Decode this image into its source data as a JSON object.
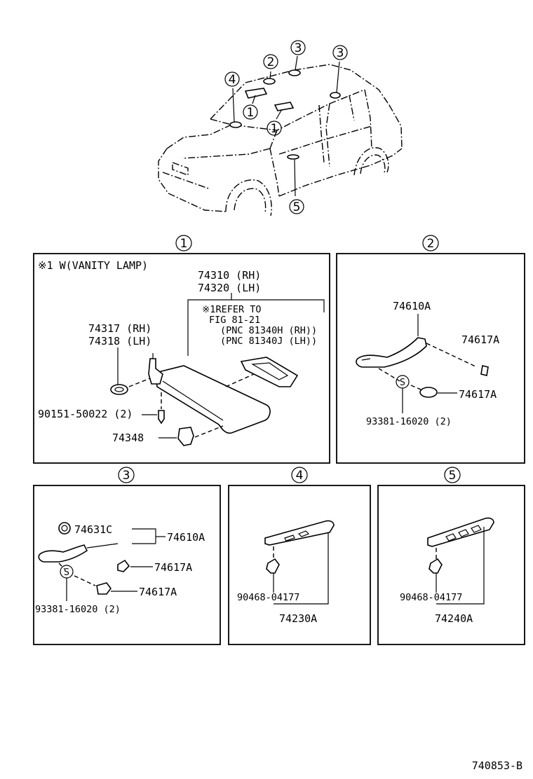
{
  "figure_code": "740853-B",
  "vehicle": {
    "callouts": [
      "4",
      "2",
      "3",
      "3",
      "1",
      "1",
      "5"
    ]
  },
  "panels": {
    "p1": {
      "number": "1",
      "note": "※1 W(VANITY LAMP)",
      "labels": {
        "rh_pair_1": "74310 (RH)",
        "lh_pair_1": "74320 (LH)",
        "refer_1": "※1REFER TO",
        "refer_2": "FIG 81-21",
        "refer_3": "(PNC 81340H (RH))",
        "refer_4": "(PNC 81340J (LH))",
        "rh_pair_2": "74317 (RH)",
        "lh_pair_2": "74318 (LH)",
        "screw": "90151-50022 (2)",
        "holder": "74348"
      }
    },
    "p2": {
      "number": "2",
      "labels": {
        "grip": "74610A",
        "cap_top": "74617A",
        "cap_bottom": "74617A",
        "screw_mark": "S",
        "screw": "93381-16020 (2)"
      }
    },
    "p3": {
      "number": "3",
      "labels": {
        "cover": "74631C",
        "grip": "74610A",
        "cap_top": "74617A",
        "cap_bottom": "74617A",
        "screw_mark": "S",
        "screw": "93381-16020 (2)"
      }
    },
    "p4": {
      "number": "4",
      "labels": {
        "clip": "90468-04177",
        "plate": "74230A"
      }
    },
    "p5": {
      "number": "5",
      "labels": {
        "clip": "90468-04177",
        "plate": "74240A"
      }
    }
  }
}
